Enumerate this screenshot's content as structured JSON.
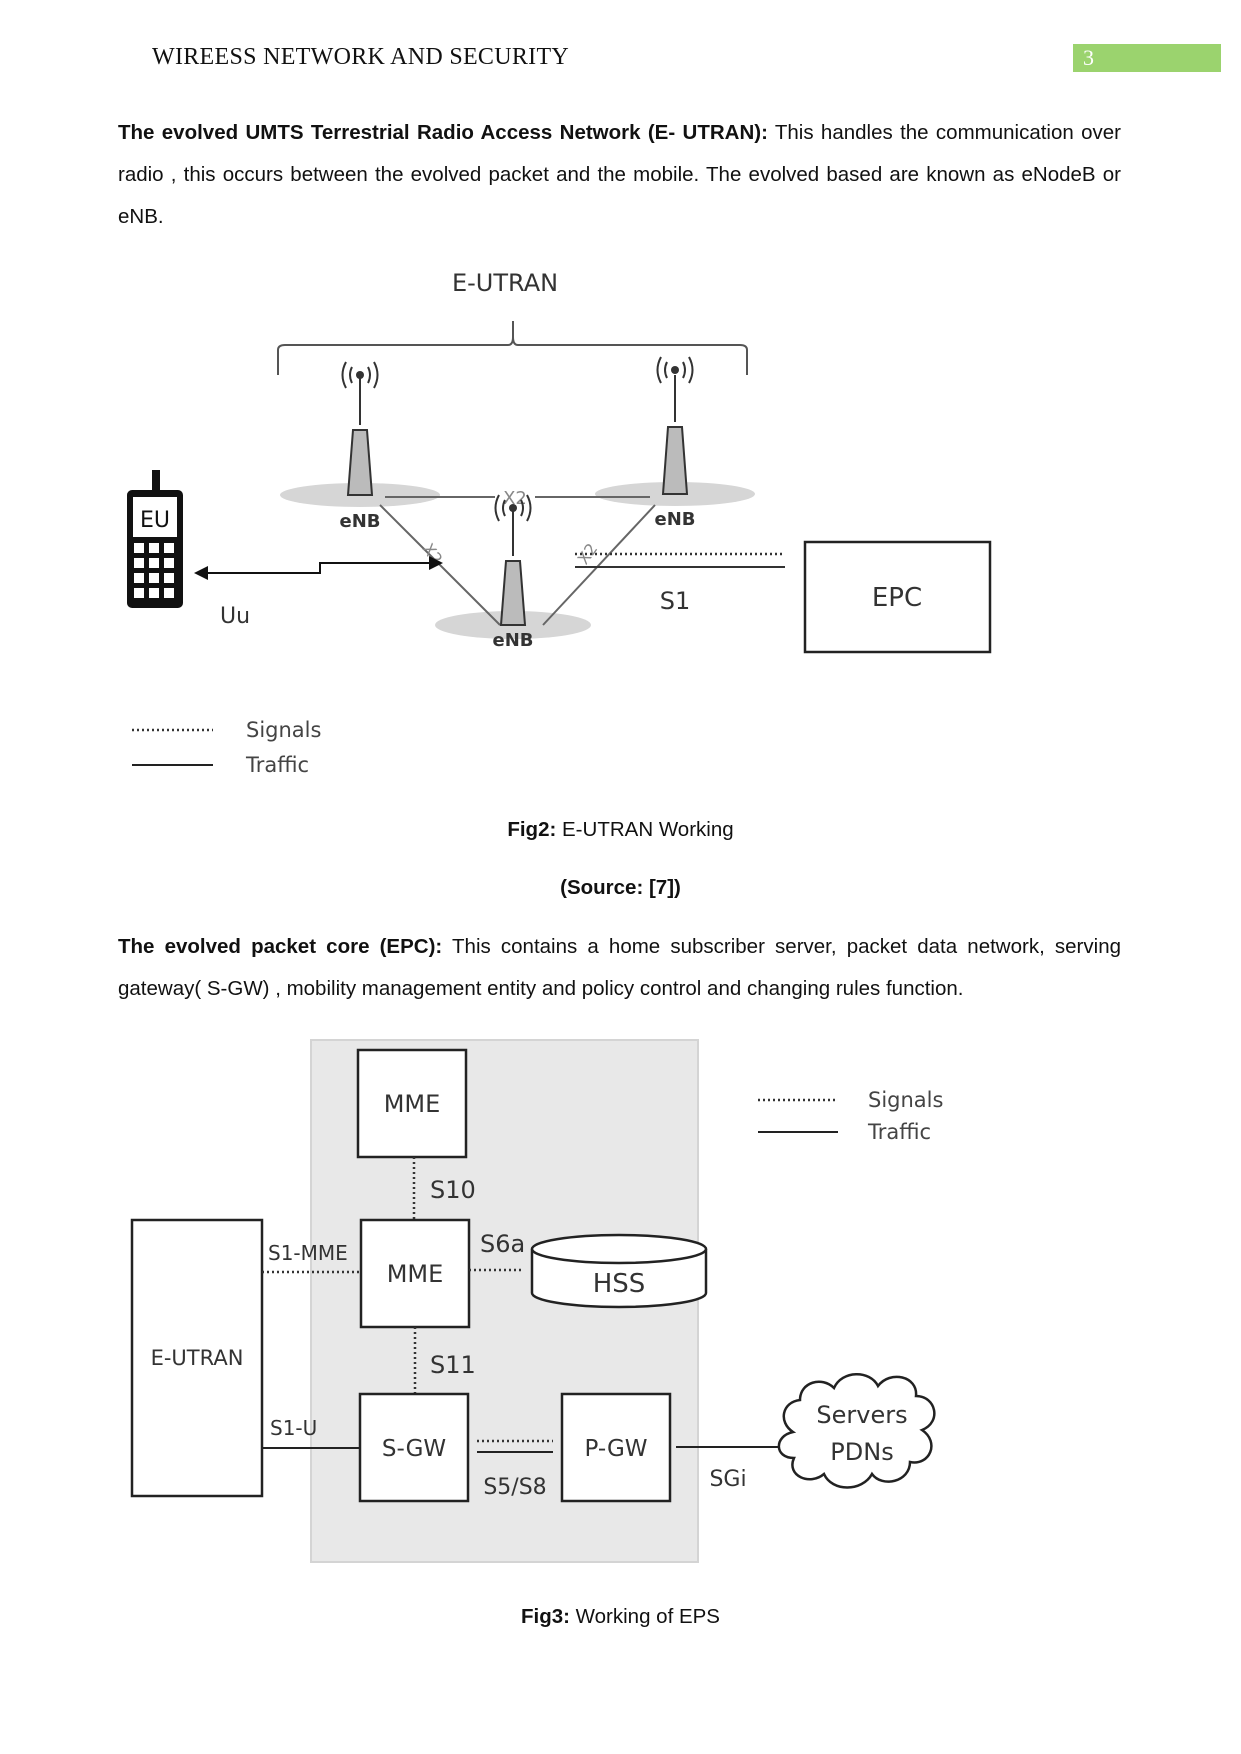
{
  "header": {
    "title": "WIREESS NETWORK AND SECURITY",
    "page_number": "3"
  },
  "para1": {
    "lead": "The evolved UMTS Terrestrial Radio Access Network (E- UTRAN):",
    "body": " This handles the communication over radio , this occurs between the evolved packet and the mobile. The evolved based are known as eNodeB or eNB."
  },
  "fig2": {
    "title": "E-UTRAN",
    "enb_label": "eNB",
    "x2_label": "X2",
    "eu_label": "EU",
    "uu_label": "Uu",
    "s1_label": "S1",
    "epc_label": "EPC",
    "legend_signals": "Signals",
    "legend_traffic": "Traffic",
    "caption_lead": "Fig2:",
    "caption_text": " E-UTRAN Working",
    "source": "(Source: [7])"
  },
  "para2": {
    "lead": "The evolved packet core (EPC):",
    "body": " This contains a home subscriber server, packet data network, serving gateway( S-GW) , mobility management entity and policy control and changing rules function."
  },
  "fig3": {
    "mme_label": "MME",
    "s10": "S10",
    "s1_mme": "S1-MME",
    "s6a": "S6a",
    "hss": "HSS",
    "eutran": "E-UTRAN",
    "s11": "S11",
    "s1_u": "S1-U",
    "sgw": "S-GW",
    "pgw": "P-GW",
    "s5s8": "S5/S8",
    "sgi": "SGi",
    "servers": "Servers",
    "pdns": "PDNs",
    "legend_signals": "Signals",
    "legend_traffic": "Traffic",
    "caption_lead": "Fig3:",
    "caption_text": " Working of EPS"
  }
}
